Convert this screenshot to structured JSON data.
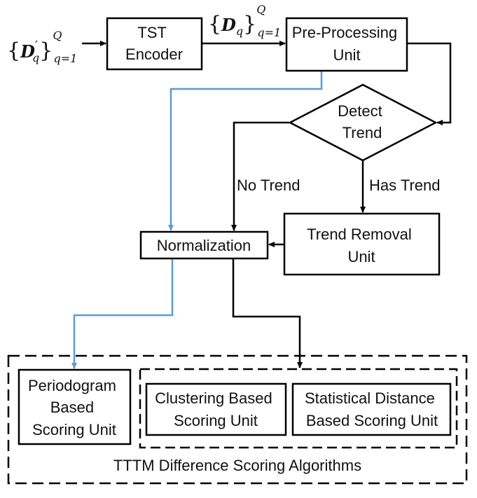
{
  "input_math": {
    "base": "D",
    "prime": "′",
    "index": "q",
    "sub_range": "q=1",
    "sup": "Q"
  },
  "mid_math": {
    "base": "D",
    "index": "q",
    "sub_range": "q=1",
    "sup": "Q"
  },
  "nodes": {
    "tst_encoder": [
      "TST",
      "Encoder"
    ],
    "preprocessing": [
      "Pre-Processing",
      "Unit"
    ],
    "detect_trend": [
      "Detect",
      "Trend"
    ],
    "trend_removal": [
      "Trend Removal",
      "Unit"
    ],
    "normalization": "Normalization",
    "periodogram": [
      "Periodogram",
      "Based",
      "Scoring Unit"
    ],
    "clustering": [
      "Clustering Based",
      "Scoring Unit"
    ],
    "statistical": [
      "Statistical Distance",
      "Based Scoring Unit"
    ]
  },
  "edge_labels": {
    "no_trend": "No Trend",
    "has_trend": "Has Trend"
  },
  "group_label": "TTTM Difference Scoring Algorithms",
  "colors": {
    "arrow_blue": "#5b9bd5",
    "stroke": "#000000"
  }
}
